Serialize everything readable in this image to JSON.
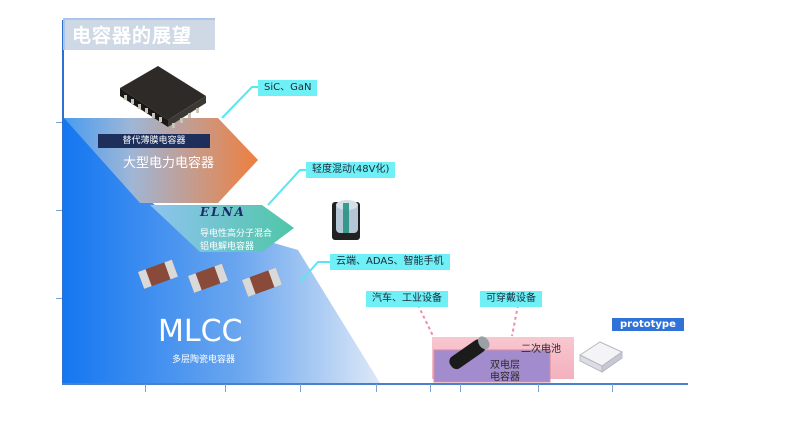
{
  "title": "电容器的展望",
  "callouts": {
    "sic_gan": "SiC、GaN",
    "mild_hybrid": "轻度混动(48V化)",
    "cloud": "云端、ADAS、智能手机",
    "auto_industry": "汽车、工业设备",
    "wearable": "可穿戴设备",
    "prototype": "prototype"
  },
  "layers": {
    "film_tag": "替代薄膜电容器",
    "film_main": "大型电力电容器",
    "elna_logo": "ELNA",
    "hybrid_line1": "导电性高分子混合",
    "hybrid_line2": "铝电解电容器",
    "mlcc_title": "MLCC",
    "mlcc_sub": "多层陶瓷电容器",
    "battery": "二次电池",
    "edlc_line1": "双电层",
    "edlc_line2": "电容器"
  },
  "colors": {
    "mlcc_blue": "#1a7ef0",
    "film_orange": "#e9844a",
    "hybrid_teal": "#58c9b0",
    "callout_cyan": "#6ff0f6",
    "edlc_pink": "#f4b9c4",
    "edlc_purple": "#a28ccd",
    "prototype_blue": "#2f73d9"
  },
  "icons": [
    "chip-package-icon",
    "aluminum-capacitor-icon",
    "mlcc-chip-icon",
    "edlc-cylinder-icon",
    "solid-battery-icon"
  ]
}
